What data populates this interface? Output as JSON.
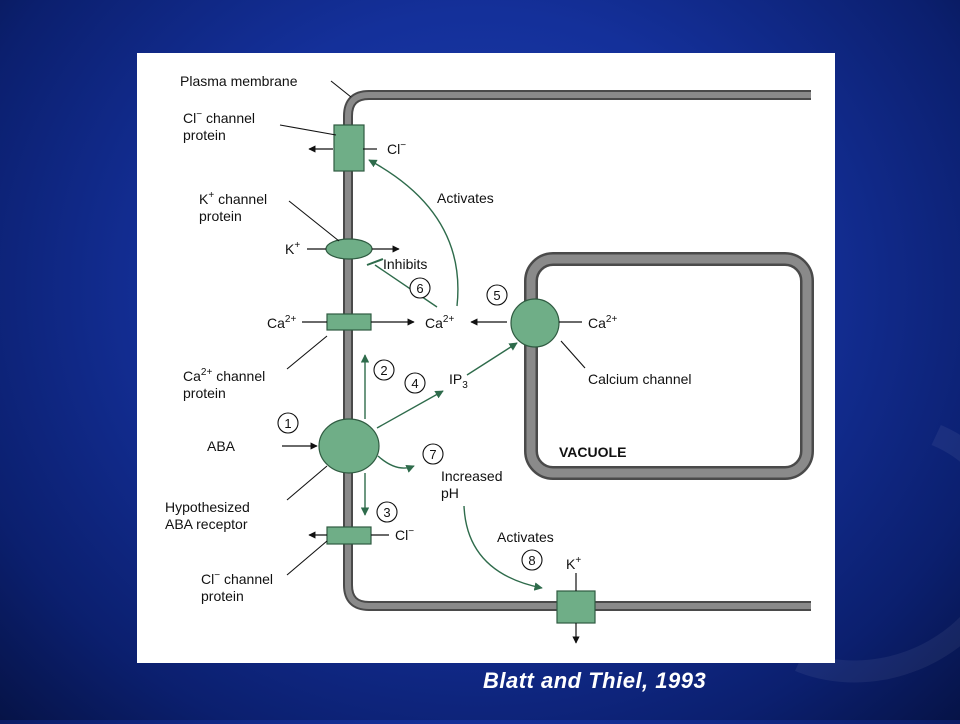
{
  "citation": "Blatt and Thiel, 1993",
  "labels": {
    "plasma_membrane": "Plasma membrane",
    "cl_channel_top_1": "Cl",
    "cl_channel_top_sup": "−",
    "cl_channel_top_2": " channel",
    "cl_channel_top_3": "protein",
    "cl_top_ion": "Cl",
    "cl_top_ion_sup": "−",
    "activates_top": "Activates",
    "k_channel_1": "K",
    "k_channel_sup": "+",
    "k_channel_2": " channel",
    "k_channel_3": "protein",
    "k_ion": "K",
    "k_ion_sup": "+",
    "inhibits": "Inhibits",
    "ca_left": "Ca",
    "ca_left_sup": "2+",
    "ca_mid": "Ca",
    "ca_mid_sup": "2+",
    "ca_right": "Ca",
    "ca_right_sup": "2+",
    "ca_channel_1": "Ca",
    "ca_channel_sup": "2+",
    "ca_channel_2": " channel",
    "ca_channel_3": "protein",
    "ip3": "IP",
    "ip3_sub": "3",
    "calcium_channel": "Calcium channel",
    "aba": "ABA",
    "receptor_1": "Hypothesized",
    "receptor_2": "ABA receptor",
    "increased_1": "Increased",
    "increased_2": "pH",
    "vacuole": "VACUOLE",
    "cl_bottom_ion": "Cl",
    "cl_bottom_ion_sup": "−",
    "cl_channel_bottom_1": "Cl",
    "cl_channel_bottom_sup": "−",
    "cl_channel_bottom_2": " channel",
    "cl_channel_bottom_3": "protein",
    "activates_bottom": "Activates",
    "k_bottom": "K",
    "k_bottom_sup": "+"
  },
  "steps": [
    "1",
    "2",
    "3",
    "4",
    "5",
    "6",
    "7",
    "8"
  ],
  "colors": {
    "membrane": "#6b6b6b",
    "protein_fill": "#6fae87",
    "protein_stroke": "#2f5b41",
    "arrow": "#2e6b4b",
    "ink": "#111111"
  }
}
